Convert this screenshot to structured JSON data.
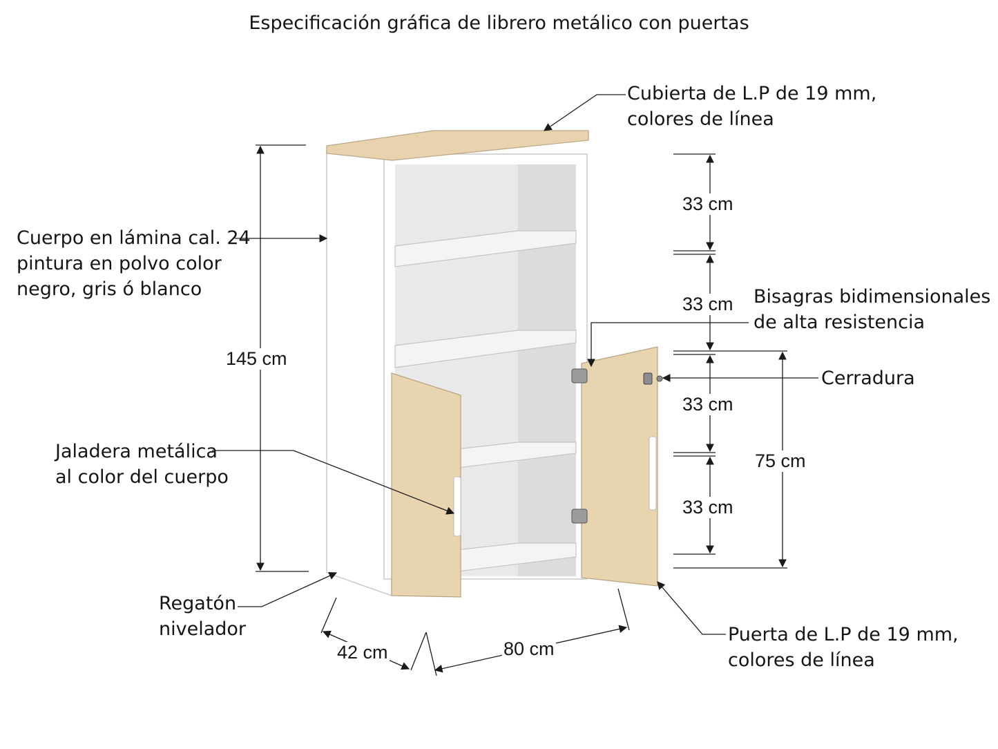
{
  "title": "Especificación gráfica de librero metálico con puertas",
  "colors": {
    "wood": "#ead6b3",
    "body": "#ffffff",
    "interior": "#ebebeb",
    "line": "#1a1a1a"
  },
  "callouts": {
    "top": [
      "Cubierta de L.P de 19 mm,",
      "colores de línea"
    ],
    "body": [
      "Cuerpo en lámina cal. 24",
      "pintura en polvo color",
      "negro, gris ó blanco"
    ],
    "hinges": [
      "Bisagras bidimensionales",
      "de alta resistencia"
    ],
    "lock": "Cerradura",
    "handle": [
      "Jaladera metálica",
      "al color del cuerpo"
    ],
    "foot": [
      "Regatón",
      "nivelador"
    ],
    "door": [
      "Puerta de L.P de 19 mm,",
      "colores de línea"
    ]
  },
  "dimensions": {
    "height": "145 cm",
    "shelf1": "33 cm",
    "shelf2": "33 cm",
    "shelf3": "33 cm",
    "shelf4": "33 cm",
    "door_height": "75 cm",
    "depth": "42 cm",
    "width": "80 cm"
  }
}
